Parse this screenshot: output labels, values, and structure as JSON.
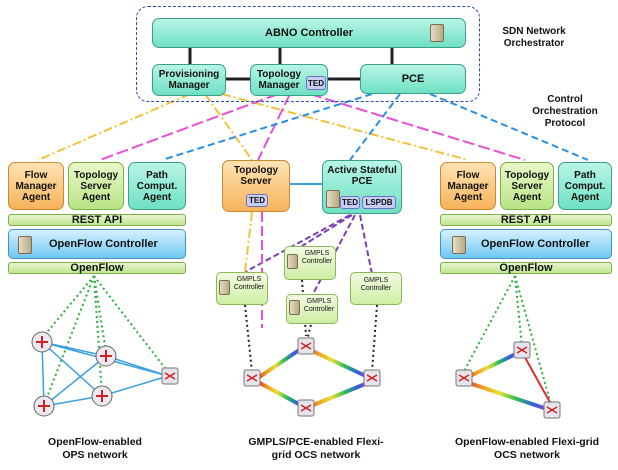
{
  "orchestrator": {
    "abno_label": "ABNO Controller",
    "provisioning_label": "Provisioning Manager",
    "topology_label": "Topology Manager",
    "ted_label": "TED",
    "pce_label": "PCE",
    "title": "SDN Network Orchestrator",
    "protocol_label": "Control Orchestration Protocol"
  },
  "left_domain": {
    "flow_agent": "Flow Manager Agent",
    "topology_agent": "Topology Server Agent",
    "path_agent": "Path Comput. Agent",
    "rest_api": "REST API",
    "controller": "OpenFlow Controller",
    "openflow": "OpenFlow",
    "caption": "OpenFlow-enabled OPS network"
  },
  "middle_domain": {
    "topology_server": "Topology Server",
    "ted_label": "TED",
    "pce_label": "Active Stateful PCE",
    "lspdb_label": "LSPDB",
    "gmpls_label": "GMPLS Controller",
    "caption": "GMPLS/PCE-enabled Flexi-grid OCS network"
  },
  "right_domain": {
    "flow_agent": "Flow Manager Agent",
    "topology_agent": "Topology Server Agent",
    "path_agent": "Path Comput. Agent",
    "rest_api": "REST API",
    "controller": "OpenFlow Controller",
    "openflow": "OpenFlow",
    "caption": "OpenFlow-enabled Flexi-grid OCS network"
  },
  "colors": {
    "teal": "#6fe0c4",
    "orange": "#f7b35a",
    "green": "#b9e486",
    "blue": "#6fc8f2",
    "link_yellow": "#f2c23a",
    "link_magenta": "#e64fd6",
    "link_blue": "#2a8fe0",
    "link_purple": "#7a3fb0",
    "control_green": "#2fae3b"
  }
}
